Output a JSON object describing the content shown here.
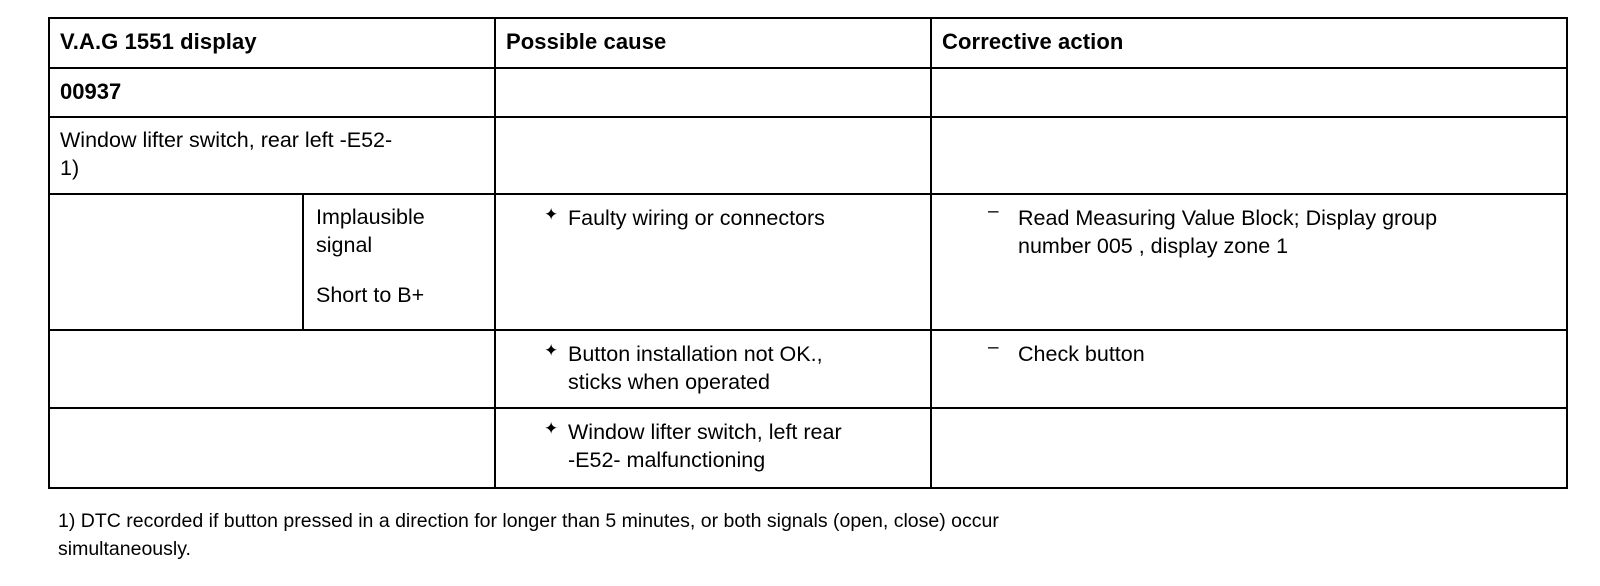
{
  "document": {
    "type": "diagnostic-trouble-code-table",
    "table": {
      "headers": {
        "display": "V.A.G 1551 display",
        "possible_cause": "Possible cause",
        "corrective_action": "Corrective action"
      },
      "rows": [
        {
          "id": "dtc-code",
          "display": "00937",
          "possible_cause": "",
          "corrective_action": ""
        },
        {
          "id": "component-name",
          "display": "Window lifter switch, rear left -E52-",
          "display_footnote_marker": "1)",
          "possible_cause": "",
          "corrective_action": ""
        },
        {
          "id": "implausible-signal",
          "display_sub_line1": "Implausible",
          "display_sub_line2": "signal",
          "display_sub_line3": "Short to B+",
          "possible_cause": "Faulty wiring or connectors",
          "corrective_action_line1": "Read Measuring Value Block; Display group",
          "corrective_action_line2": "number 005 , display zone 1"
        },
        {
          "id": "button-installation",
          "possible_cause_line1": "Button installation not OK.,",
          "possible_cause_line2": "sticks when operated",
          "corrective_action": "Check button"
        },
        {
          "id": "switch-malfunctioning",
          "possible_cause_line1": "Window lifter switch, left rear",
          "possible_cause_line2": "-E52- malfunctioning",
          "corrective_action": ""
        }
      ]
    },
    "footnote": {
      "marker": "1)",
      "line1": "1) DTC recorded if button pressed in a direction for longer than 5 minutes, or both signals (open, close) occur",
      "line2": "simultaneously."
    },
    "colors": {
      "text": "#000000",
      "border": "#000000",
      "background": "#ffffff"
    },
    "bullets": {
      "cause": "diamond-bullet",
      "action": "dash-bullet"
    }
  }
}
